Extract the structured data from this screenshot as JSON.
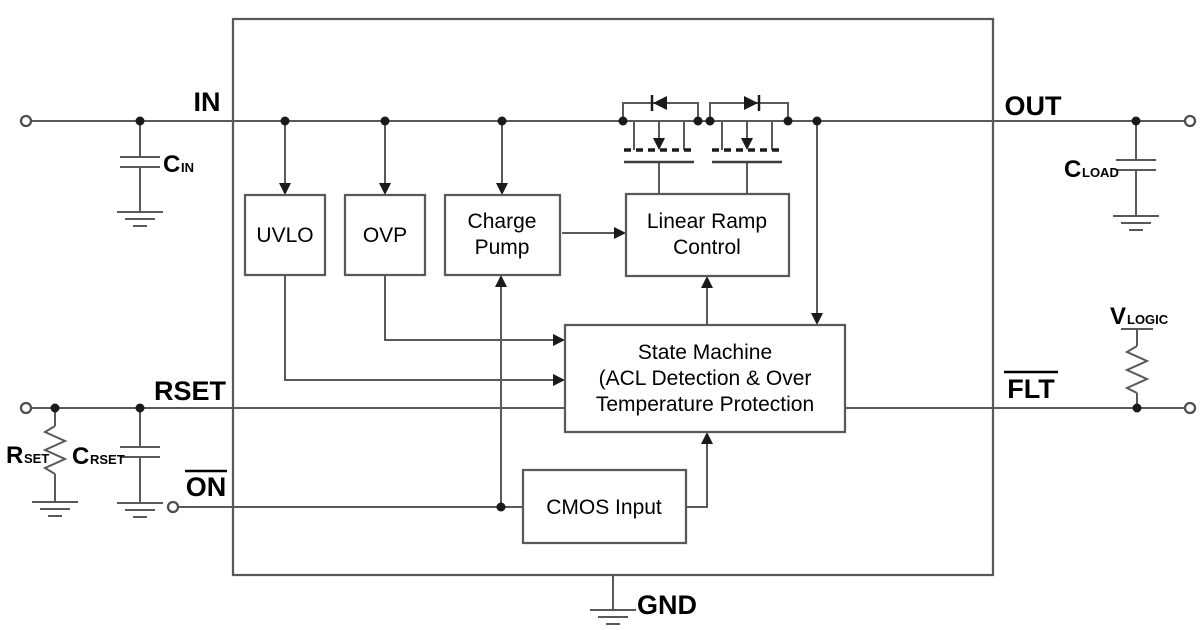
{
  "pins": {
    "in": "IN",
    "out": "OUT",
    "rset": "RSET",
    "on": "ON",
    "flt": "FLT",
    "gnd": "GND"
  },
  "blocks": {
    "uvlo": "UVLO",
    "ovp": "OVP",
    "charge_pump": {
      "line1": "Charge",
      "line2": "Pump"
    },
    "linear_ramp": {
      "line1": "Linear Ramp",
      "line2": "Control"
    },
    "state_machine": {
      "line1": "State Machine",
      "line2": "(ACL Detection & Over",
      "line3": "Temperature Protection"
    },
    "cmos_input": "CMOS Input"
  },
  "components": {
    "c_in": {
      "symbol": "C",
      "subscript": "IN"
    },
    "c_load": {
      "symbol": "C",
      "subscript": "LOAD"
    },
    "r_set": {
      "symbol": "R",
      "subscript": "SET"
    },
    "c_rset": {
      "symbol": "C",
      "subscript": "RSET"
    },
    "v_logic": {
      "symbol": "V",
      "subscript": "LOGIC"
    }
  },
  "colors": {
    "wire": "#595959",
    "text": "#000000",
    "background": "#ffffff",
    "solid": "#1a1a1a"
  }
}
